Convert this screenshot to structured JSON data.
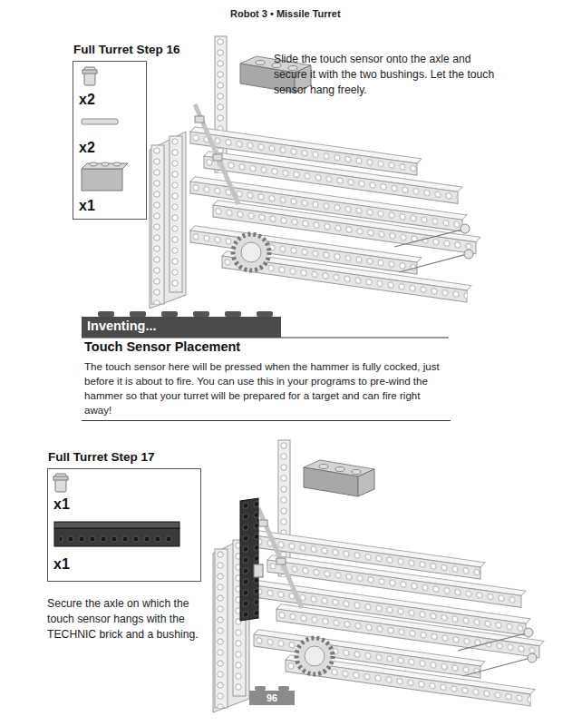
{
  "diagram": {
    "title": "Robot 3 • Missile Turret",
    "nodes": [
      {
        "text": [
          "Full Turret Step 16",
          "x2",
          "x2",
          "x1"
        ]
      },
      {
        "text": [
          "Inventing...",
          "Touch Sensor Placement",
          "The touch sensor here will be pressed when the hammer is fully cocked, just before it is about to fire. You can use this in your programs to pre-wind the hammer so that your turret will be prepared for a target and can fire right away!"
        ]
      },
      {
        "text": [
          "Full Turret Step 17",
          "x1",
          "x1"
        ]
      }
    ],
    "labels": [
      "Slide the touch sensor onto the axle and secure it with the two bushings. Let the touch sensor hang freely.",
      "Secure the axle on which the touch sensor hangs with the TECHNIC brick and a bushing.",
      "96"
    ]
  }
}
